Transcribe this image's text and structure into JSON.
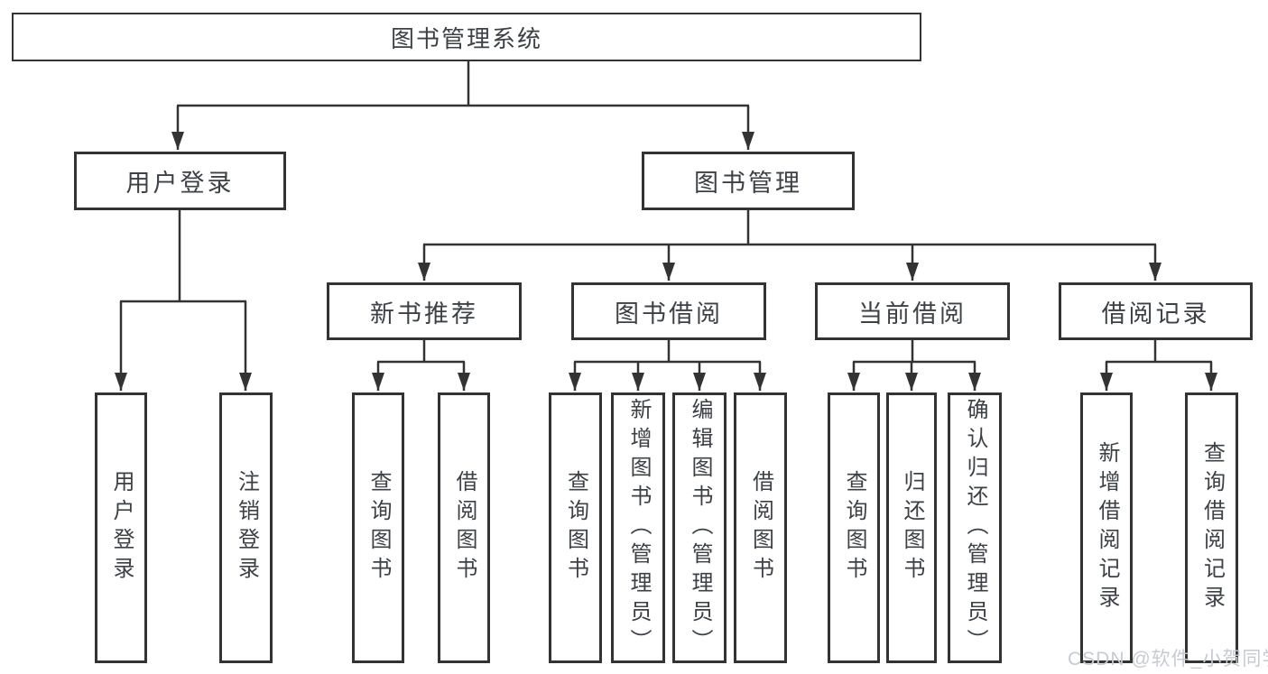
{
  "diagram": {
    "root": {
      "label": "图书管理系统"
    },
    "level2": [
      {
        "label": "用户登录"
      },
      {
        "label": "图书管理"
      }
    ],
    "level3": [
      {
        "label": "新书推荐"
      },
      {
        "label": "图书借阅"
      },
      {
        "label": "当前借阅"
      },
      {
        "label": "借阅记录"
      }
    ],
    "leaves": {
      "login": [
        "用户登录",
        "注销登录"
      ],
      "newbook": [
        "查询图书",
        "借阅图书"
      ],
      "borrow": [
        "查询图书",
        "新增图书（管理员）",
        "编辑图书（管理员）",
        "借阅图书"
      ],
      "current": [
        "查询图书",
        "归还图书",
        "确认归还（管理员）"
      ],
      "records": [
        "新增借阅记录",
        "查询借阅记录"
      ]
    },
    "watermark": "CSDN @软件_小贺同学",
    "colors": {
      "line": "#333333",
      "text": "#3d4045",
      "watermark": "#c6cbd1",
      "background": "#ffffff"
    }
  }
}
